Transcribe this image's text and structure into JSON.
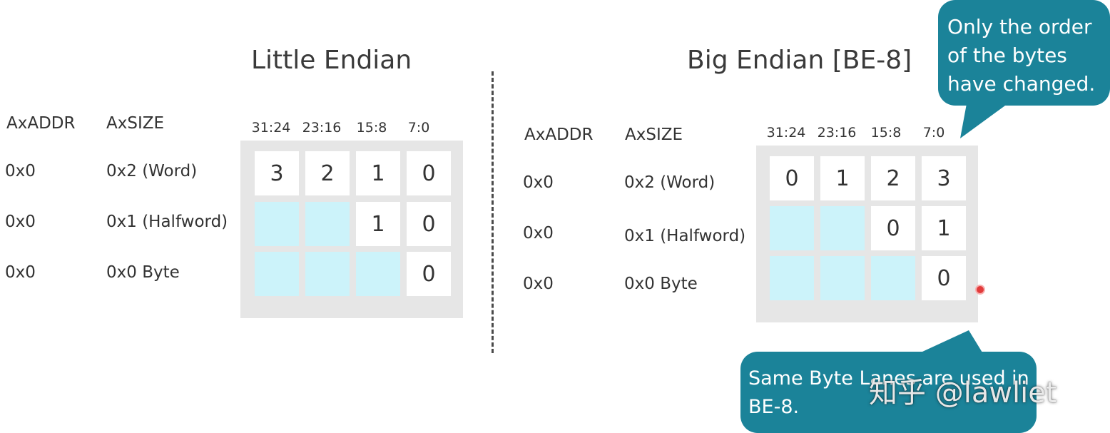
{
  "left": {
    "title": "Little Endian",
    "headers": {
      "addr": "AxADDR",
      "size": "AxSIZE"
    },
    "col_labels": [
      "31:24",
      "23:16",
      "15:8",
      "7:0"
    ],
    "rows": [
      {
        "addr": "0x0",
        "size": "0x2 (Word)",
        "cells": [
          "3",
          "2",
          "1",
          "0"
        ]
      },
      {
        "addr": "0x0",
        "size": "0x1 (Halfword)",
        "cells": [
          "",
          "",
          "1",
          "0"
        ]
      },
      {
        "addr": "0x0",
        "size": "0x0 Byte",
        "cells": [
          "",
          "",
          "",
          "0"
        ]
      }
    ]
  },
  "right": {
    "title": "Big Endian [BE-8]",
    "headers": {
      "addr": "AxADDR",
      "size": "AxSIZE"
    },
    "col_labels": [
      "31:24",
      "23:16",
      "15:8",
      "7:0"
    ],
    "rows": [
      {
        "addr": "0x0",
        "size": "0x2 (Word)",
        "cells": [
          "0",
          "1",
          "2",
          "3"
        ]
      },
      {
        "addr": "0x0",
        "size": "0x1 (Halfword)",
        "cells": [
          "",
          "",
          "0",
          "1"
        ]
      },
      {
        "addr": "0x0",
        "size": "0x0 Byte",
        "cells": [
          "",
          "",
          "",
          "0"
        ]
      }
    ]
  },
  "callout_top": {
    "lines": [
      "Only the order",
      "of the bytes",
      "have changed."
    ]
  },
  "callout_bottom": {
    "lines": [
      "Same Byte Lanes are used in",
      "BE-8."
    ]
  },
  "watermark": "知乎 @lawliet",
  "colors": {
    "callout": "#1b8399",
    "filled_cell": "#ffffff",
    "empty_cell": "#ccf3fa",
    "grid_bg": "#e6e6e6",
    "text": "#333333"
  }
}
